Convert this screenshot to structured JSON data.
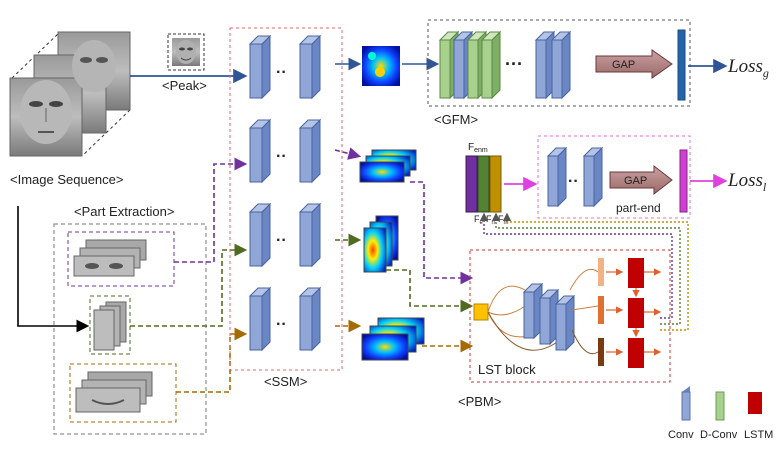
{
  "labels": {
    "image_sequence": "<Image Sequence>",
    "peak": "<Peak>",
    "part_extraction": "<Part Extraction>",
    "ssm": "<SSM>",
    "gfm": "<GFM>",
    "pbm": "<PBM>",
    "gap_top": "GAP",
    "gap_mid": "GAP",
    "part_end": "part-end",
    "lst_block": "LST block",
    "loss_g": "Loss",
    "loss_g_sub": "g",
    "loss_l": "Loss",
    "loss_l_sub": "l",
    "fenm": "F",
    "fenm_sub": "enm",
    "fe": "F",
    "fe_sub": "e",
    "fn": "F",
    "fn_sub": "n",
    "fm": "F",
    "fm_sub": "m"
  },
  "legend": {
    "conv": "Conv",
    "dconv": "D-Conv",
    "lstm": "LSTM"
  },
  "colors": {
    "conv": "#8fa6d6",
    "dconv": "#a9d18e",
    "lstm": "#c00000",
    "ssm_border": "#e06666",
    "gfm_border": "#555555",
    "pbm_border": "#cc3333",
    "partend_border": "#e06ee0",
    "gap_fill": "#b07a7a",
    "blue_arrow": "#2f5597",
    "purple_arrow": "#7030a0",
    "green_arrow": "#4e6b1f",
    "orange_arrow": "#a66b00",
    "magenta_arrow": "#e040e0",
    "feature_purple": "#7030a0",
    "feature_green": "#548235",
    "feature_gold": "#bf9000"
  }
}
